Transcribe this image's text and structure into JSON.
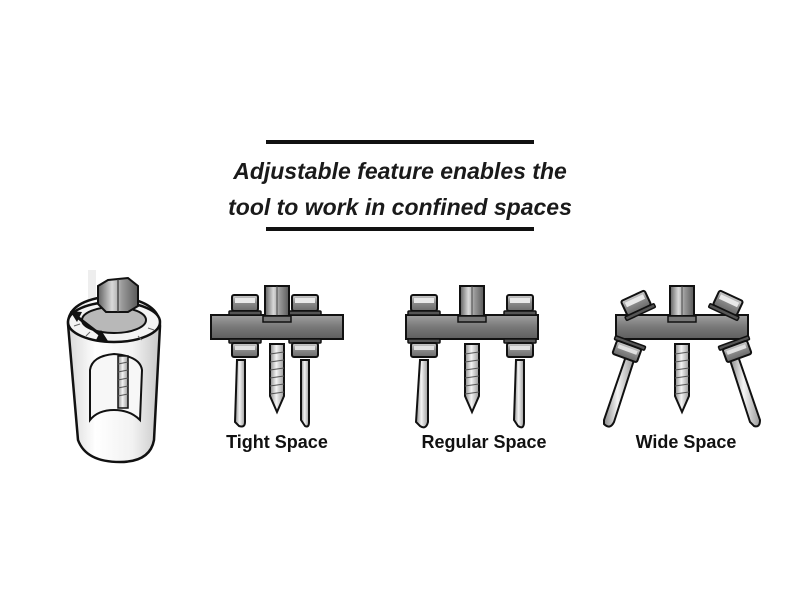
{
  "headline": {
    "line1": "Adjustable feature enables the",
    "line2": "tool to work in confined spaces"
  },
  "configurations": [
    {
      "label": "Tight Space"
    },
    {
      "label": "Regular Space"
    },
    {
      "label": "Wide Space"
    }
  ],
  "colors": {
    "ink": "#111111",
    "metal_dark": "#6e6e6e",
    "metal_mid": "#a8a8a8",
    "metal_light": "#e6e6e6",
    "background": "#ffffff"
  },
  "icons": [
    "puller-body-illustration",
    "tight-space-puller",
    "regular-space-puller",
    "wide-space-puller",
    "adjust-arrow-icon"
  ]
}
